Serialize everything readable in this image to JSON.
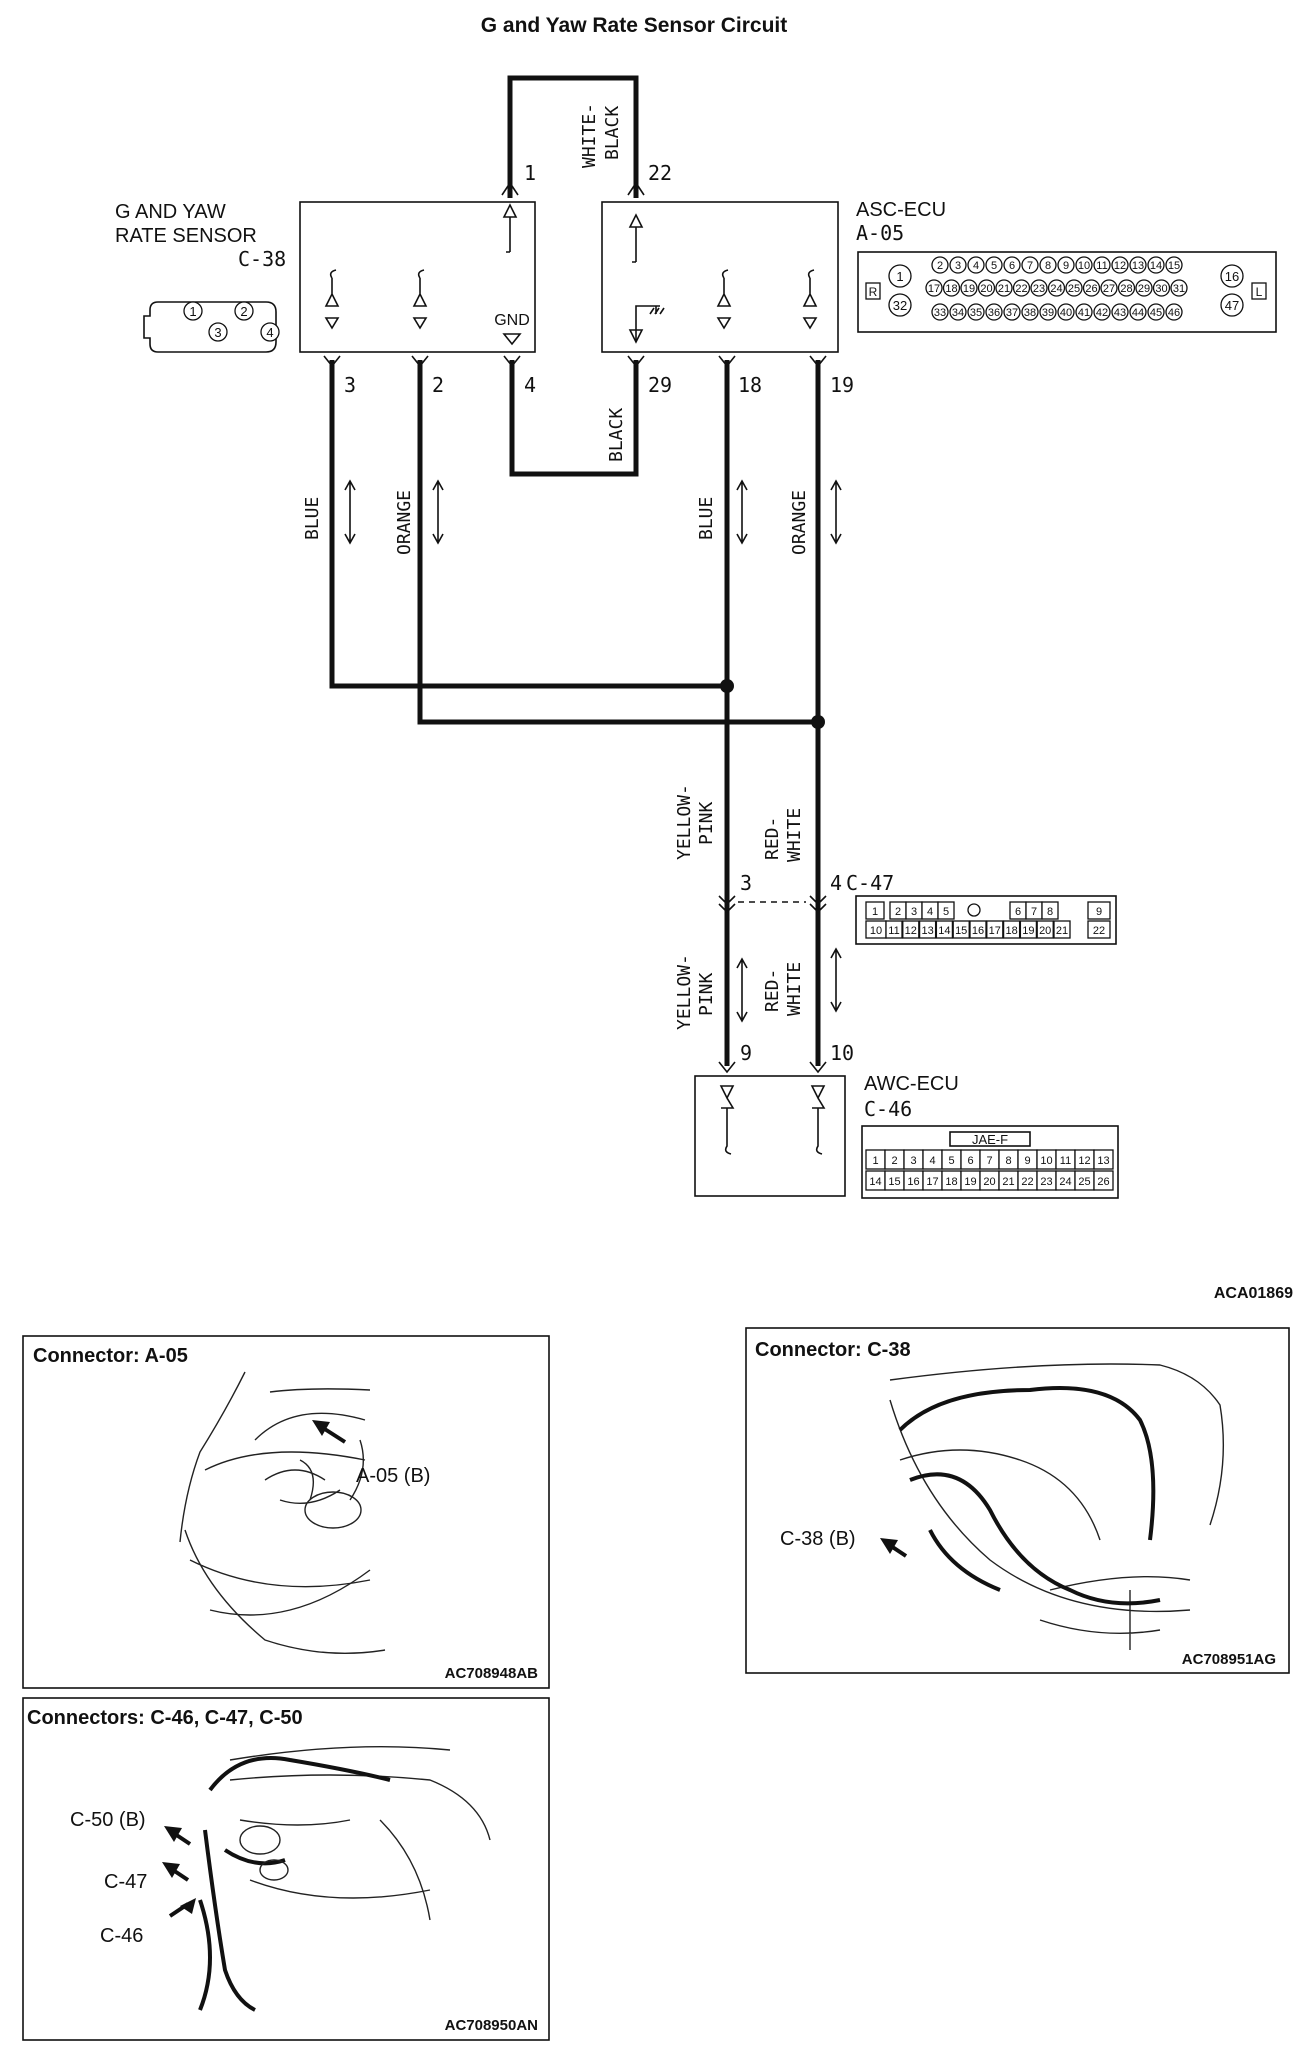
{
  "title": "G and Yaw Rate Sensor Circuit",
  "sensor": {
    "name_line1": "G AND YAW",
    "name_line2": "RATE SENSOR",
    "connector": "C-38",
    "pins": [
      "1",
      "2",
      "3",
      "4"
    ],
    "gnd": "GND"
  },
  "asc_ecu": {
    "name": "ASC-ECU",
    "connector": "A-05",
    "marker_left": "R",
    "marker_right": "L",
    "row1": [
      "2",
      "3",
      "4",
      "5",
      "6",
      "7",
      "8",
      "9",
      "10",
      "11",
      "12",
      "13",
      "14",
      "15"
    ],
    "row2": [
      "17",
      "18",
      "19",
      "20",
      "21",
      "22",
      "23",
      "24",
      "25",
      "26",
      "27",
      "28",
      "29",
      "30",
      "31"
    ],
    "row3": [
      "33",
      "34",
      "35",
      "36",
      "37",
      "38",
      "39",
      "40",
      "41",
      "42",
      "43",
      "44",
      "45",
      "46"
    ],
    "left_pins": [
      "1",
      "32"
    ],
    "right_pins": [
      "16",
      "47"
    ]
  },
  "pin_labels": {
    "p1": "1",
    "p22": "22",
    "p3": "3",
    "p2": "2",
    "p4": "4",
    "p29": "29",
    "p18": "18",
    "p19": "19",
    "c47_3": "3",
    "c47_4": "4",
    "awc_9": "9",
    "awc_10": "10"
  },
  "wire_colors": {
    "white_black_1": "WHITE-",
    "white_black_2": "BLACK",
    "black": "BLACK",
    "blue_left": "BLUE",
    "orange_left": "ORANGE",
    "blue_right": "BLUE",
    "orange_right": "ORANGE",
    "yellow_pink_1": "YELLOW-",
    "yellow_pink_2": "PINK",
    "red_white_1": "RED-",
    "red_white_2": "WHITE"
  },
  "c47": {
    "connector": "C-47",
    "top": [
      "1",
      "2",
      "3",
      "4",
      "5",
      "6",
      "7",
      "8",
      "9"
    ],
    "bottom": [
      "10",
      "11",
      "12",
      "13",
      "14",
      "15",
      "16",
      "17",
      "18",
      "19",
      "20",
      "21",
      "22"
    ]
  },
  "awc_ecu": {
    "name": "AWC-ECU",
    "connector": "C-46",
    "header": "JAE-F",
    "row1": [
      "1",
      "2",
      "3",
      "4",
      "5",
      "6",
      "7",
      "8",
      "9",
      "10",
      "11",
      "12",
      "13"
    ],
    "row2": [
      "14",
      "15",
      "16",
      "17",
      "18",
      "19",
      "20",
      "21",
      "22",
      "23",
      "24",
      "25",
      "26"
    ]
  },
  "diagram_code": "ACA01869",
  "panels": {
    "a05": {
      "title": "Connector: A-05",
      "callout": "A-05 (B)",
      "code": "AC708948AB"
    },
    "c38": {
      "title": "Connector: C-38",
      "callout": "C-38 (B)",
      "code": "AC708951AG"
    },
    "c46": {
      "title": "Connectors: C-46, C-47, C-50",
      "callout_c50": "C-50 (B)",
      "callout_c47": "C-47",
      "callout_c46": "C-46",
      "code": "AC708950AN"
    }
  }
}
